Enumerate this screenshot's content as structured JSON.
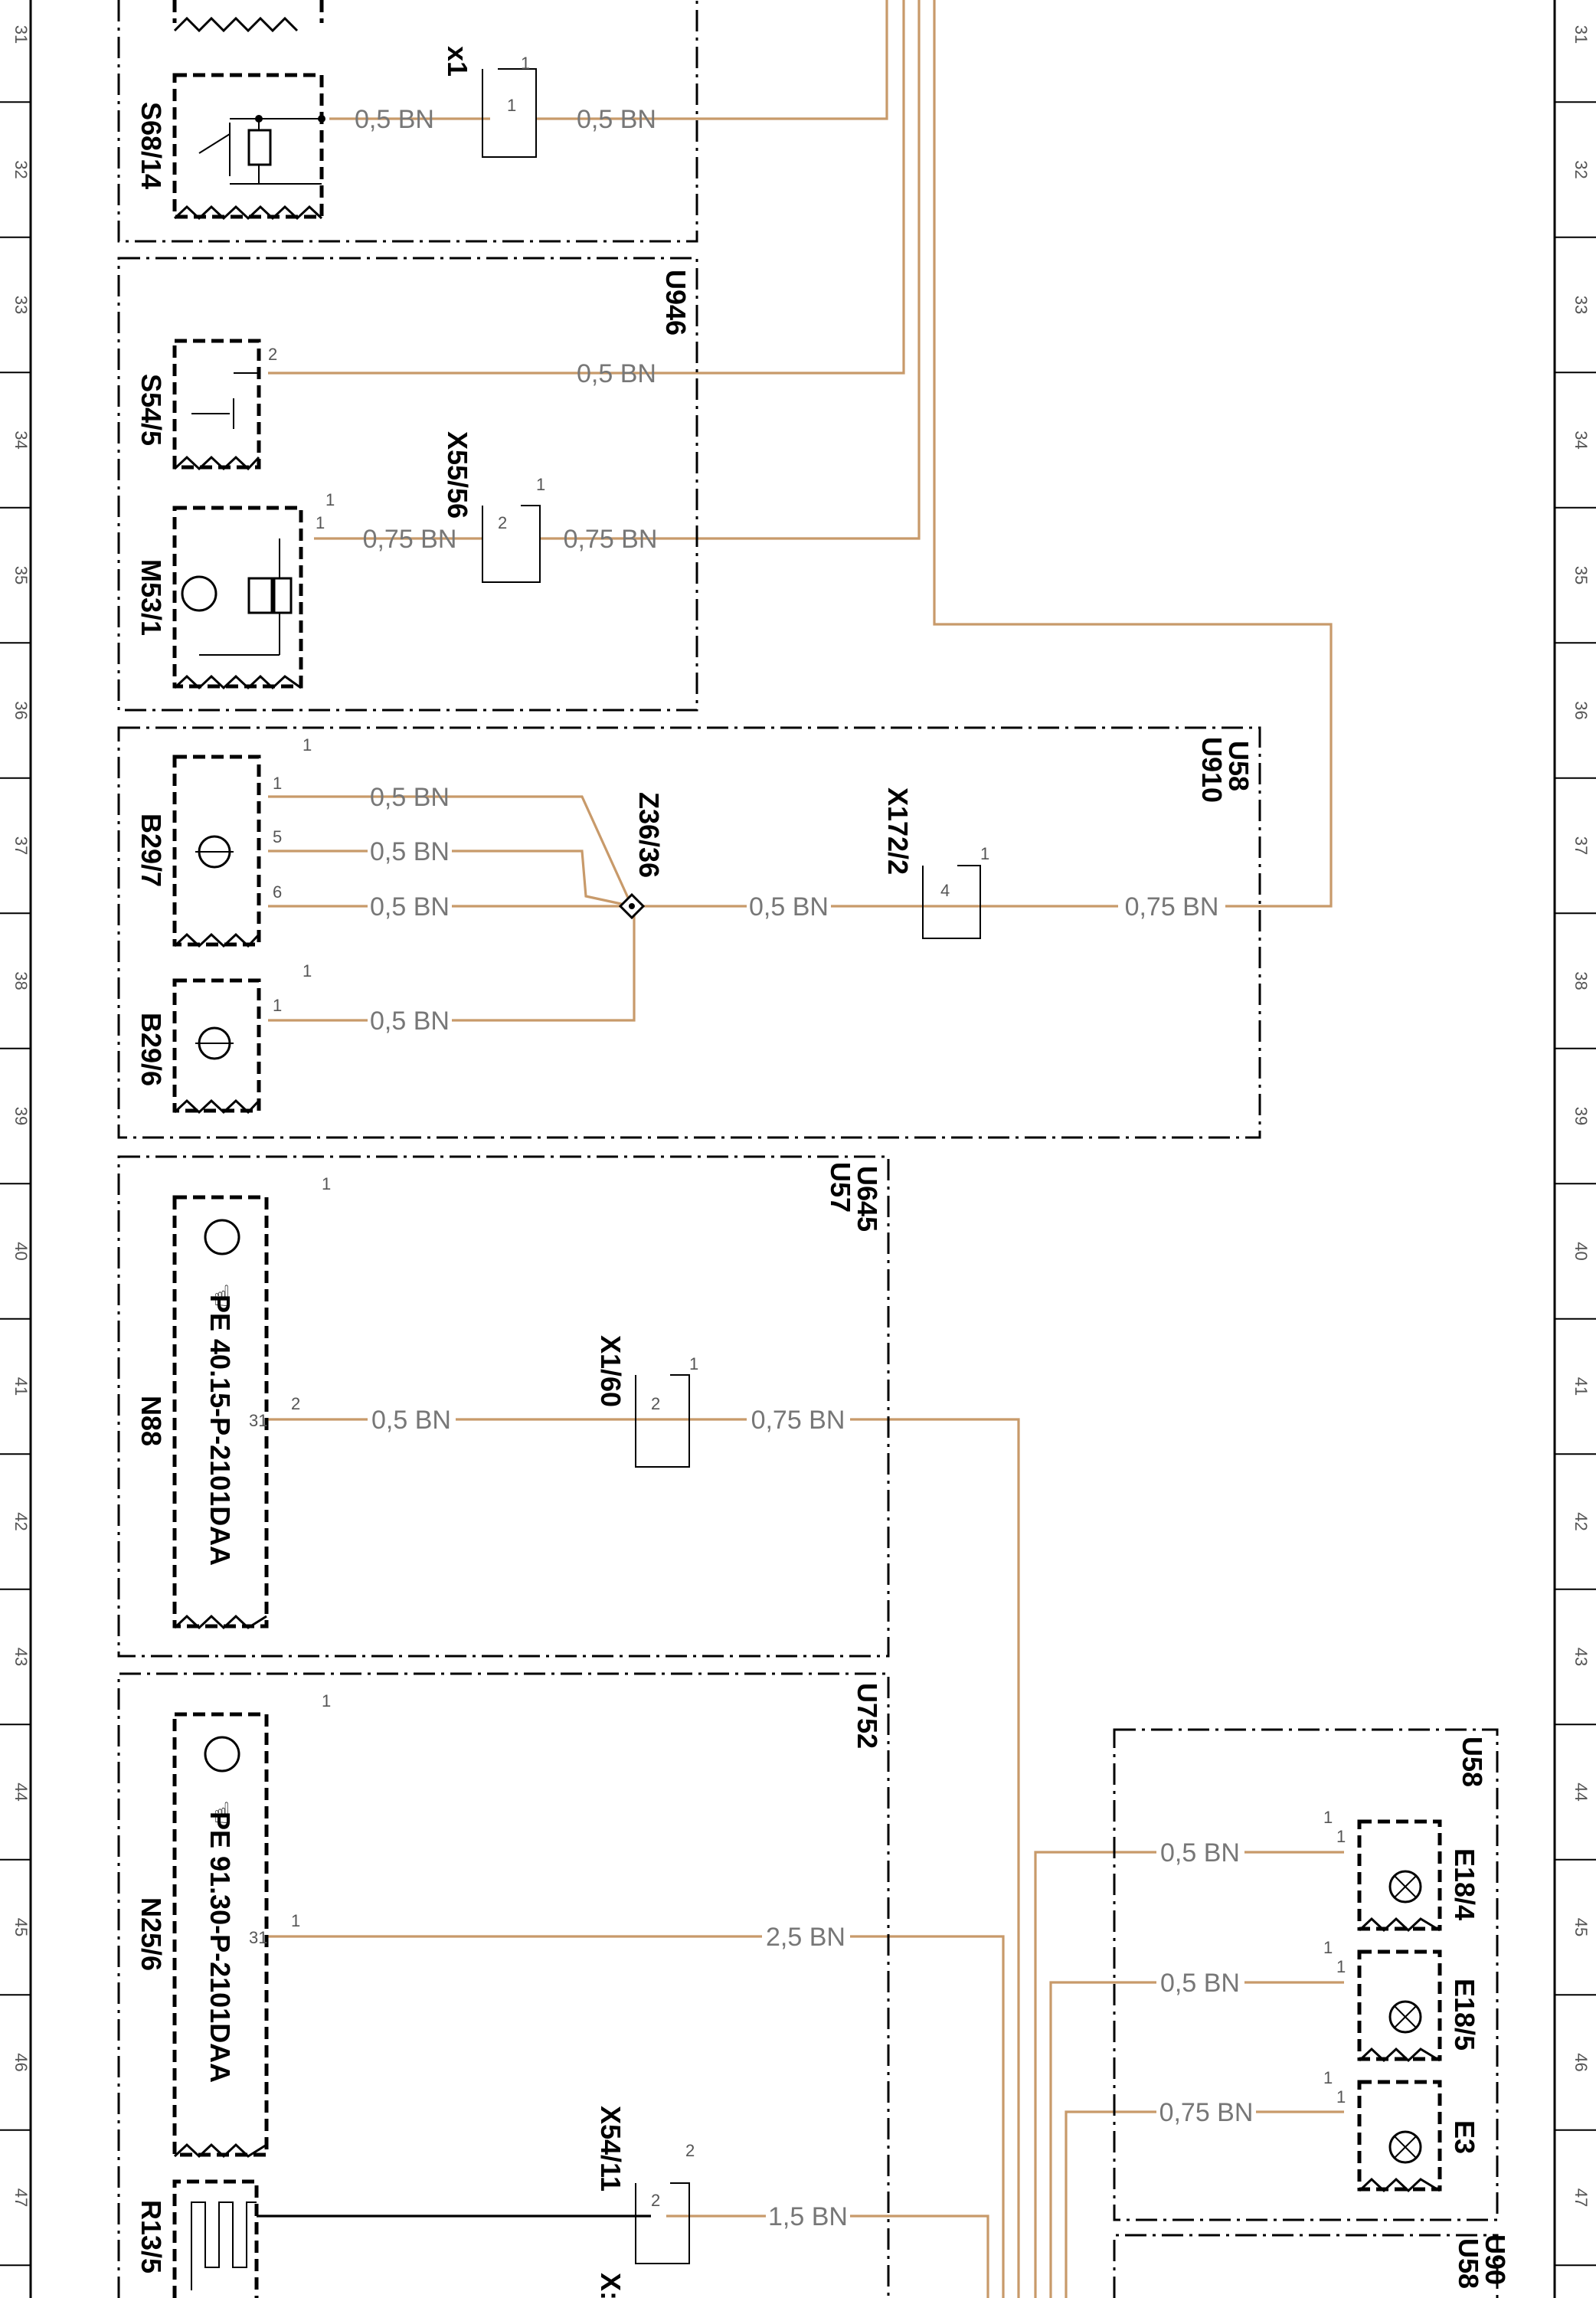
{
  "row_numbers": [
    "31",
    "32",
    "33",
    "34",
    "35",
    "36",
    "37",
    "38",
    "39",
    "40",
    "41",
    "42",
    "43",
    "44",
    "45",
    "46",
    "47"
  ],
  "blocks": {
    "U946": "U946",
    "U910": "U910",
    "U58a": "U58",
    "U645": "U645",
    "U57": "U57",
    "U752": "U752",
    "U58b": "U58",
    "U58c": "U58",
    "U90x": "U90"
  },
  "components": {
    "S68_14": "S68/14",
    "S54_5": "S54/5",
    "M53_1": "M53/1",
    "B29_7": "B29/7",
    "B29_6": "B29/6",
    "N88": "N88",
    "N25_6": "N25/6",
    "R13_5": "R13/5",
    "E18_4": "E18/4",
    "E18_5": "E18/5",
    "E3": "E3"
  },
  "connectors": {
    "x1": "x1",
    "X55_56": "X55/56",
    "Z36_36": "Z36/36",
    "X172_2": "X172/2",
    "X1_60": "X1/60",
    "X54_11": "X54/11",
    "X_partial": "X:"
  },
  "refs": {
    "N88_ref": "PE 40.15-P-2101DAA",
    "N25_6_ref": "PE 91.30-P-2101DAA"
  },
  "wires": {
    "w1": "0,5 BN",
    "w2": "0,5 BN",
    "w3": "0,5 BN",
    "w4": "0,75 BN",
    "w5": "0,75 BN",
    "w6": "0,5 BN",
    "w7": "0,5 BN",
    "w8": "0,5 BN",
    "w9": "0,5 BN",
    "w10": "0,5 BN",
    "w11": "0,75 BN",
    "w12": "0,5 BN",
    "w13": "0,75 BN",
    "w14": "2,5 BN",
    "w15": "1,5 BN",
    "w16": "0,5 BN",
    "w17": "0,5 BN",
    "w18": "0,75 BN"
  },
  "pins": {
    "p_x1_1": "1",
    "p_x1_n": "1",
    "p_s54_2": "2",
    "p_m53_1": "1",
    "p_m53_hdr": "1",
    "p_x55_2": "2",
    "p_x55_1": "1",
    "p_b297_1": "1",
    "p_b297_5": "5",
    "p_b297_6": "6",
    "p_b297_hdr": "1",
    "p_b296_1": "1",
    "p_b296_hdr": "1",
    "p_x172_4": "4",
    "p_x172_1": "1",
    "p_n88_31": "31",
    "p_n88_2": "2",
    "p_n88_hdr": "1",
    "p_x160_2": "2",
    "p_x160_1": "1",
    "p_n256_31": "31",
    "p_n256_1": "1",
    "p_n256_hdr": "1",
    "p_x5411_2": "2",
    "p_x5411_hdr": "2",
    "p_e184_1": "1",
    "p_e184_hdr": "1",
    "p_e185_1": "1",
    "p_e185_hdr": "1",
    "p_e3_1": "1",
    "p_e3_hdr": "1"
  },
  "colors": {
    "wire": "#c89a6a",
    "line": "#000000",
    "label": "#777777"
  }
}
